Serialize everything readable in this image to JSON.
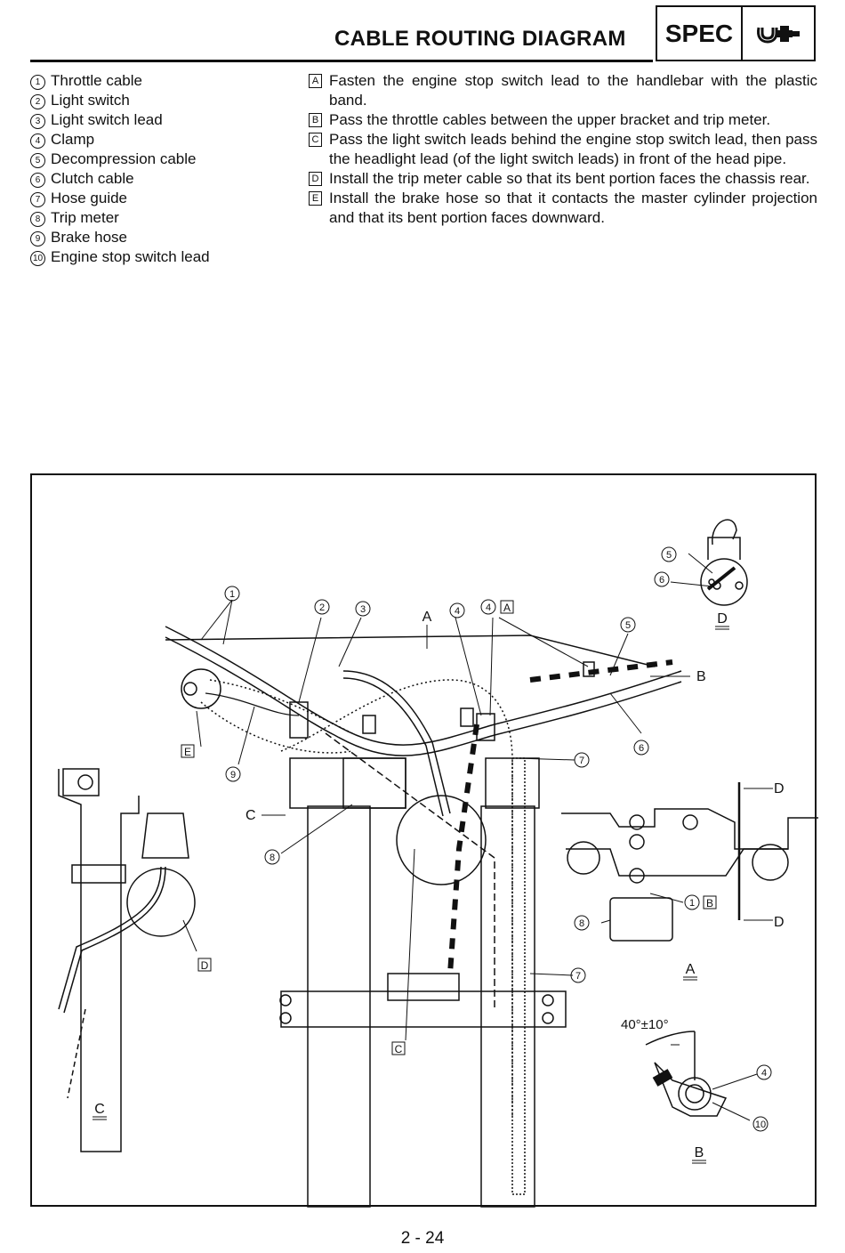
{
  "header": {
    "title": "CABLE ROUTING DIAGRAM",
    "badge": "SPEC",
    "badge_icon": "wrench-icon"
  },
  "parts": [
    {
      "num": "1",
      "label": "Throttle cable"
    },
    {
      "num": "2",
      "label": "Light switch"
    },
    {
      "num": "3",
      "label": "Light switch lead"
    },
    {
      "num": "4",
      "label": "Clamp"
    },
    {
      "num": "5",
      "label": "Decompression cable"
    },
    {
      "num": "6",
      "label": "Clutch cable"
    },
    {
      "num": "7",
      "label": "Hose guide"
    },
    {
      "num": "8",
      "label": "Trip meter"
    },
    {
      "num": "9",
      "label": "Brake hose"
    },
    {
      "num": "10",
      "label": "Engine stop switch lead"
    }
  ],
  "notes": [
    {
      "letter": "A",
      "text": "Fasten the engine stop switch lead to the handlebar with the plastic band."
    },
    {
      "letter": "B",
      "text": "Pass the throttle cables between the upper bracket and trip meter."
    },
    {
      "letter": "C",
      "text": "Pass the light switch leads behind the engine stop switch lead, then pass the headlight lead (of the light switch leads) in front of the head pipe."
    },
    {
      "letter": "D",
      "text": "Install the trip meter cable so that its bent portion faces the chassis rear."
    },
    {
      "letter": "E",
      "text": "Install the brake hose so that it contacts the master cylinder projection and that its bent portion faces downward."
    }
  ],
  "diagram": {
    "angle_label": "40°±10°",
    "view_labels": {
      "a": "A",
      "b": "B",
      "c": "C",
      "d": "D"
    },
    "callouts": [
      "1",
      "2",
      "3",
      "4",
      "5",
      "6",
      "7",
      "8",
      "9",
      "10"
    ],
    "note_letters": [
      "A",
      "B",
      "C",
      "D",
      "E"
    ]
  },
  "page_number": "2 - 24"
}
